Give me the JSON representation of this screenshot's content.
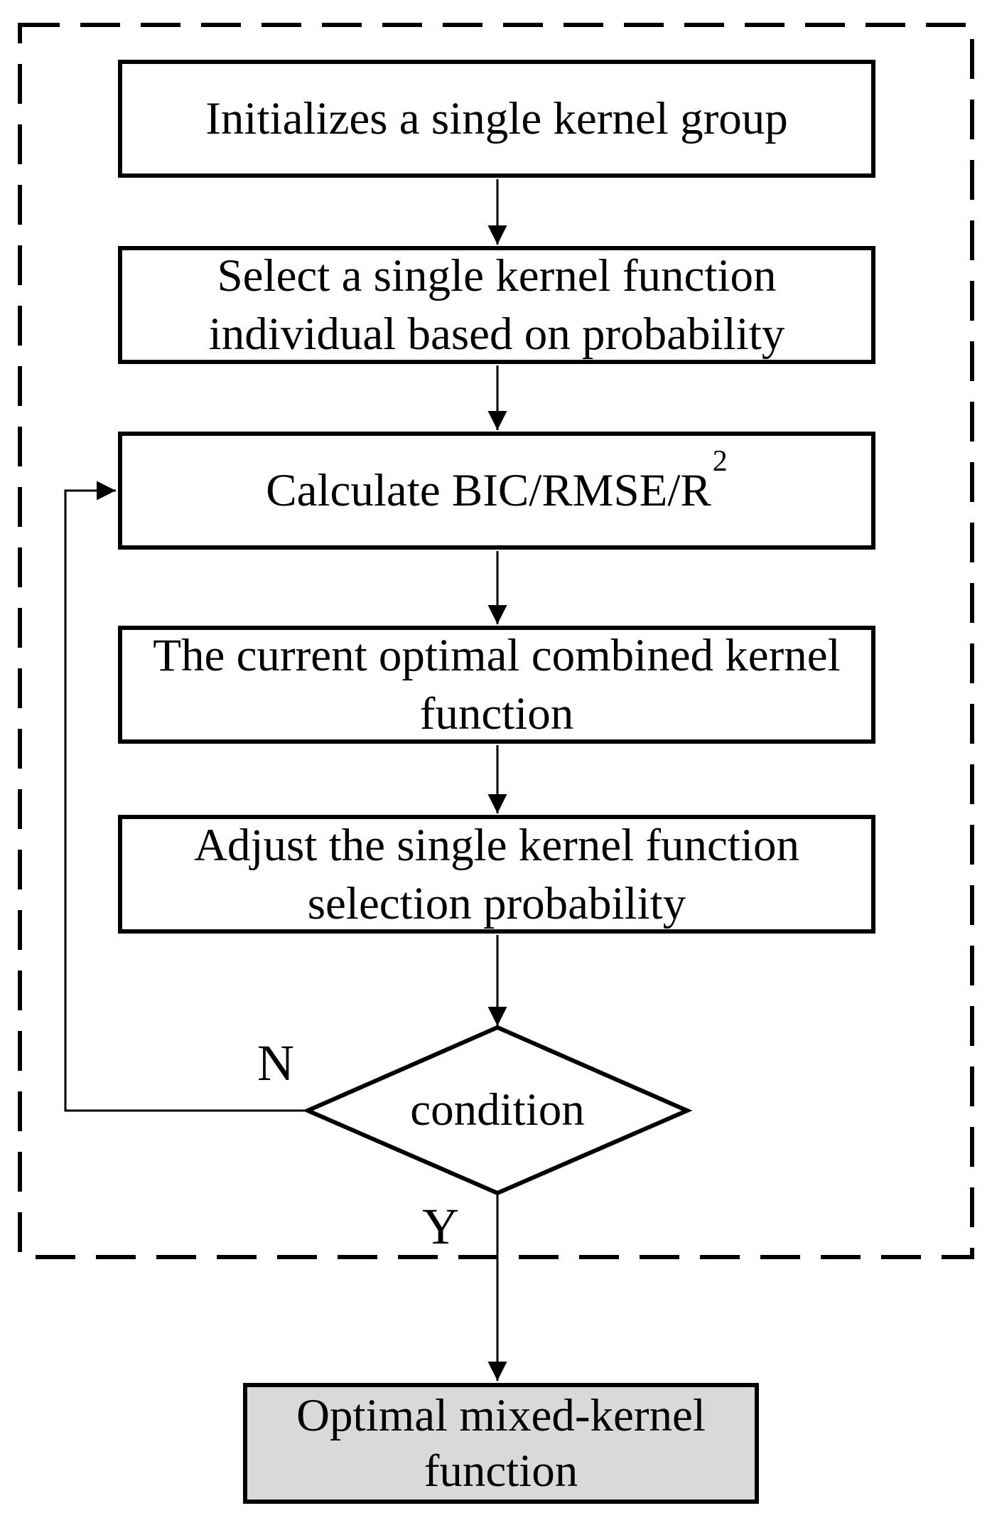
{
  "flowchart": {
    "steps": [
      {
        "lines": [
          "Initializes a single kernel group"
        ]
      },
      {
        "lines": [
          "Select a single kernel function",
          "individual based on probability"
        ]
      },
      {
        "lines": [
          "Calculate BIC/RMSE/R"
        ],
        "superscript": "2"
      },
      {
        "lines": [
          "The current optimal combined kernel",
          "function"
        ]
      },
      {
        "lines": [
          "Adjust the single kernel function",
          "selection probability"
        ]
      }
    ],
    "decision": {
      "label": "condition",
      "no_branch": "N",
      "yes_branch": "Y"
    },
    "output": {
      "lines": [
        "Optimal mixed-kernel",
        "function"
      ]
    },
    "colors": {
      "stroke": "#000000",
      "box_fill": "#ffffff",
      "output_fill": "#d9d9d9",
      "background": "#ffffff"
    }
  }
}
